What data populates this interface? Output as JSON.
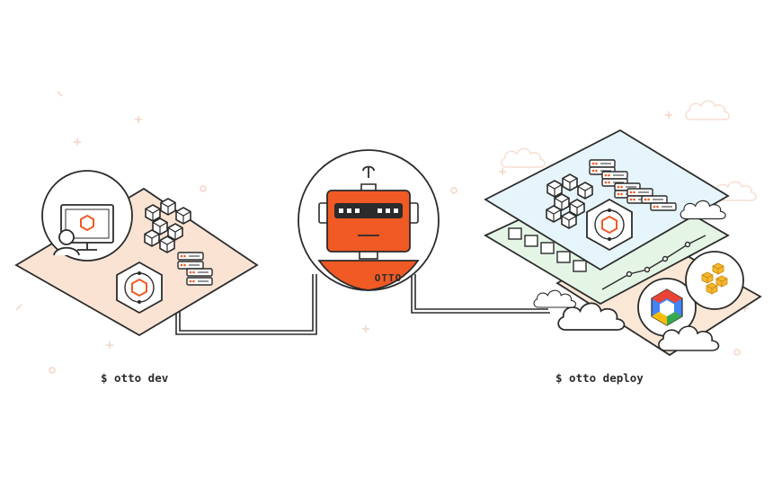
{
  "captions": {
    "dev": "$ otto dev",
    "deploy": "$ otto deploy"
  },
  "robot": {
    "chest_label": "OTTO"
  },
  "icons": {
    "monitor": "monitor-icon",
    "user": "user-icon",
    "hex_cluster": "hexagon-cluster-icon",
    "hex_badge": "hexagon-badge-icon",
    "server_stack": "server-stack-icon",
    "cloud": "cloud-icon",
    "gcp": "google-cloud-icon",
    "aws": "aws-icon"
  },
  "colors": {
    "accent": "#f15a24",
    "outline": "#2b2b2b",
    "dev_platform": "#fbe3d3",
    "deploy_blue": "#e6f4fb",
    "deploy_green": "#e4f5e6",
    "deploy_peach": "#fbe7d6",
    "aws_gold": "#f5b72c",
    "gcp_blue": "#4285f4",
    "gcp_red": "#ea4335",
    "gcp_yellow": "#fbbc05",
    "gcp_green": "#34a853"
  }
}
